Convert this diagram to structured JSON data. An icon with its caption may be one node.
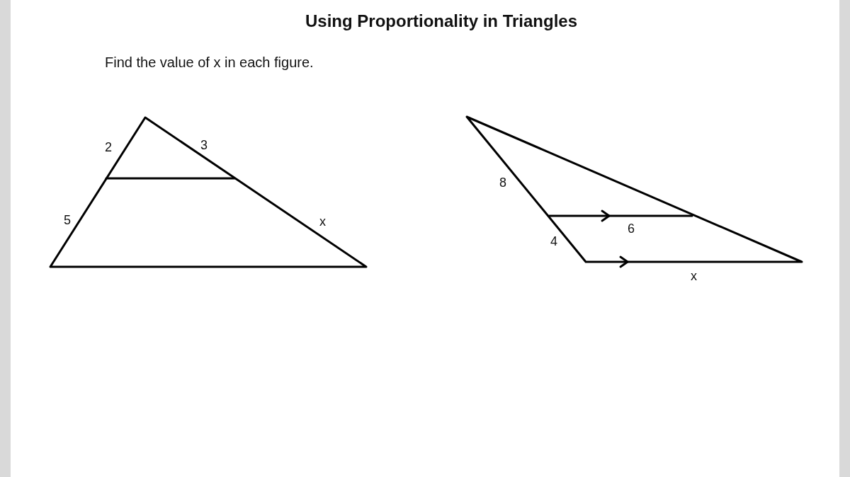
{
  "diagram": {
    "title": "Using Proportionality in Triangles",
    "labels": [
      "Find the value of x in each figure.",
      "2",
      "3",
      "8",
      "5",
      "x",
      "6",
      "4",
      "x"
    ]
  }
}
